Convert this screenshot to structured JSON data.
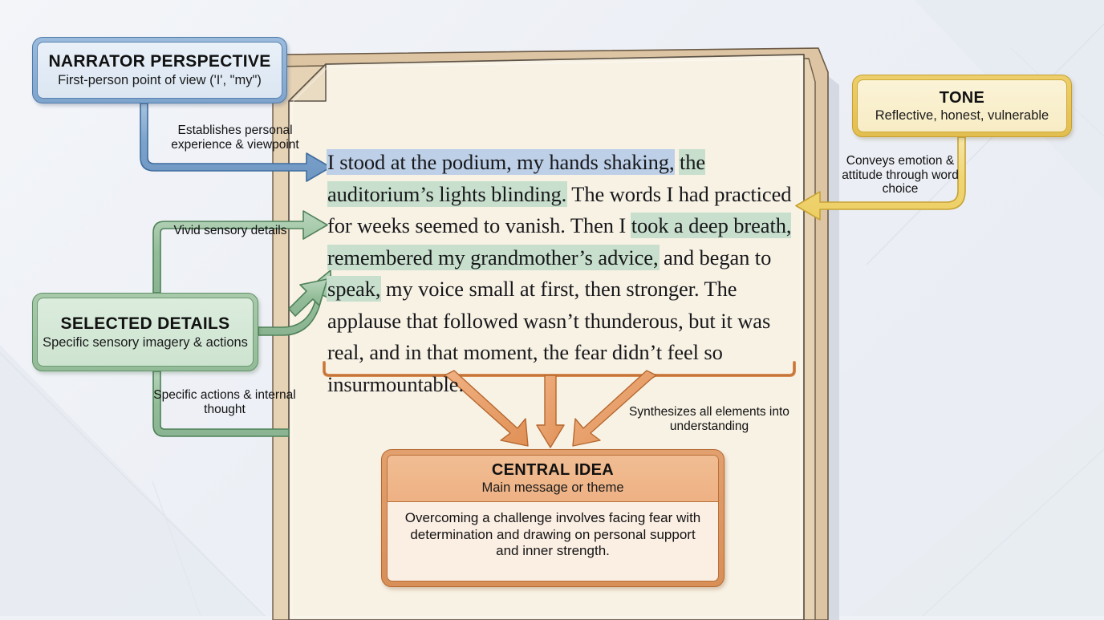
{
  "diagram": {
    "title": "Narrative analysis diagram",
    "colors": {
      "narrator_accent": "#7fa4cc",
      "narrator_fill": "#e3ecf6",
      "tone_accent": "#e2be50",
      "tone_fill": "#f9f0ce",
      "details_accent": "#94bb98",
      "details_fill": "#d5e8d8",
      "central_accent": "#d88f58",
      "central_fill": "#fbeee3",
      "paper_fill": "#f7f1e4",
      "paper_edge": "#d9c6a7",
      "highlight_blue": "#bdd0e8",
      "highlight_green": "#c7dfcc"
    }
  },
  "cards": {
    "narrator": {
      "title": "NARRATOR PERSPECTIVE",
      "subtitle": "First-person point of view ('I', \"my\")"
    },
    "tone": {
      "title": "TONE",
      "subtitle": "Reflective, honest, vulnerable"
    },
    "selected_details": {
      "title": "SELECTED DETAILS",
      "subtitle": "Specific sensory imagery & actions"
    },
    "central_idea": {
      "title": "CENTRAL IDEA",
      "subtitle": "Main message or theme",
      "body": "Overcoming a challenge involves facing fear with determination and drawing on personal support and inner strength."
    }
  },
  "connector_labels": {
    "establishes": "Establishes personal experience & viewpoint",
    "vivid": "Vivid sensory details",
    "specific": "Specific actions & internal thought",
    "conveys": "Conveys emotion & attitude through word choice",
    "synthesizes": "Synthesizes all elements into understanding"
  },
  "passage": {
    "segments": [
      {
        "text": "I stood at the podium, my hands shaking,",
        "highlight": "blue"
      },
      {
        "text": " ",
        "highlight": "none"
      },
      {
        "text": "the auditorium’s lights blinding.",
        "highlight": "green"
      },
      {
        "text": " The words I had practiced for weeks seemed to vanish. Then I ",
        "highlight": "none"
      },
      {
        "text": "took a deep breath, remembered my grandmother’s advice,",
        "highlight": "green"
      },
      {
        "text": " and began to ",
        "highlight": "none"
      },
      {
        "text": "speak,",
        "highlight": "green"
      },
      {
        "text": " my voice small at first, then stronger. The applause that followed wasn’t thunderous, but it was real, and in that moment, the fear didn’t feel so insurmountable.",
        "highlight": "none"
      }
    ],
    "full_text": "I stood at the podium, my hands shaking, the auditorium’s lights blinding. The words I had practiced for weeks seemed to vanish. Then I took a deep breath, remembered my grandmother’s advice, and began to speak, my voice small at first, then stronger. The applause that followed wasn’t thunderous, but it was real, and in that moment, the fear didn’t feel so insurmountable."
  }
}
